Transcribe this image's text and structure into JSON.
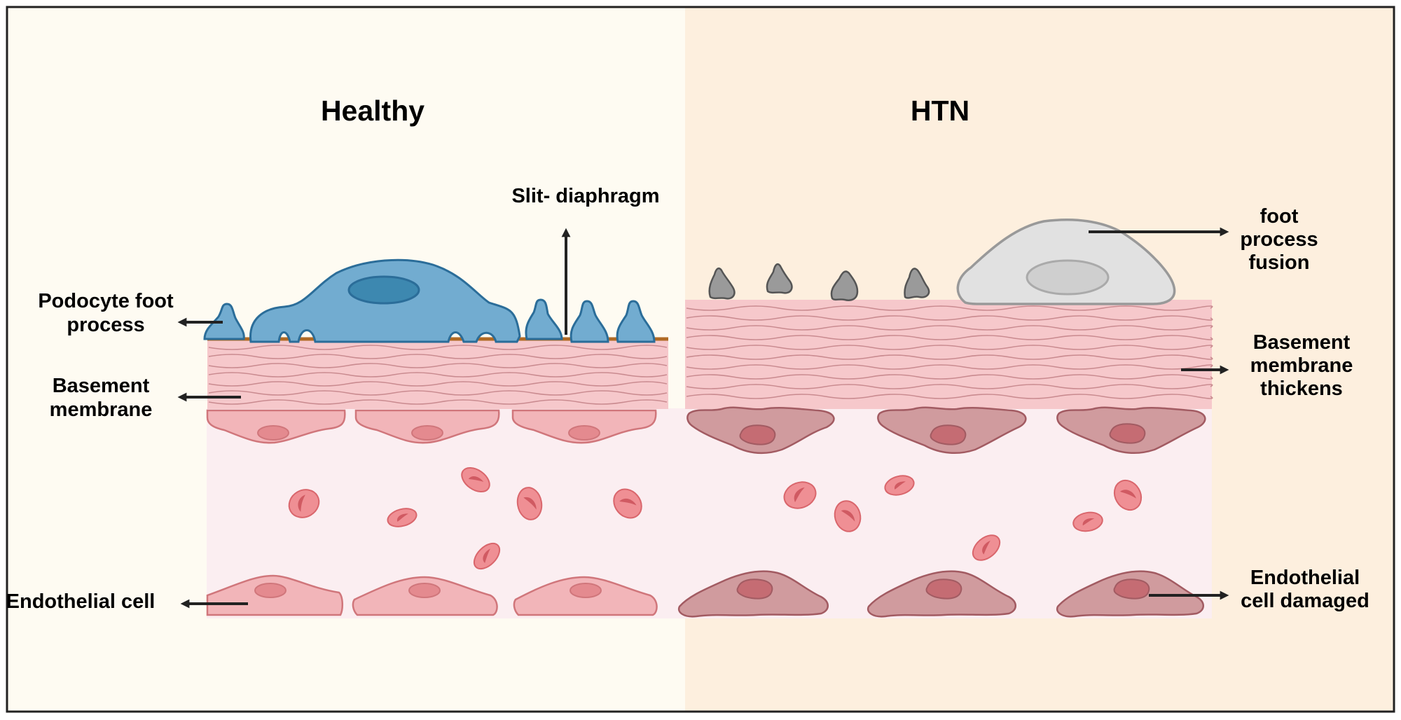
{
  "panels": {
    "healthy_title": "Healthy",
    "htn_title": "HTN"
  },
  "labels": {
    "slit_diaphragm": "Slit- diaphragm",
    "podocyte_line1": "Podocyte foot",
    "podocyte_line2": "process",
    "basement_line1": "Basement",
    "basement_line2": "membrane",
    "endothelial": "Endothelial cell",
    "foot_line1": "foot",
    "foot_line2": "process",
    "foot_line3": "fusion",
    "thick_line1": "Basement",
    "thick_line2": "membrane",
    "thick_line3": "thickens",
    "damaged_line1": "Endothelial",
    "damaged_line2": "cell damaged"
  },
  "colors": {
    "healthy_bg": "#fefbf2",
    "htn_bg": "#fdefde",
    "membrane": "#f6c8cb",
    "lumen": "#fbeef1",
    "podocyte": "#72acd0",
    "podocyte_nucleus": "#3d88b0",
    "endothelial_healthy": "#f2b5b9",
    "endothelial_damaged": "#d09b9e",
    "rbc": "#ef8f94",
    "fused_podocyte": "#e1e1e1",
    "fragment": "#9a9a9a"
  }
}
